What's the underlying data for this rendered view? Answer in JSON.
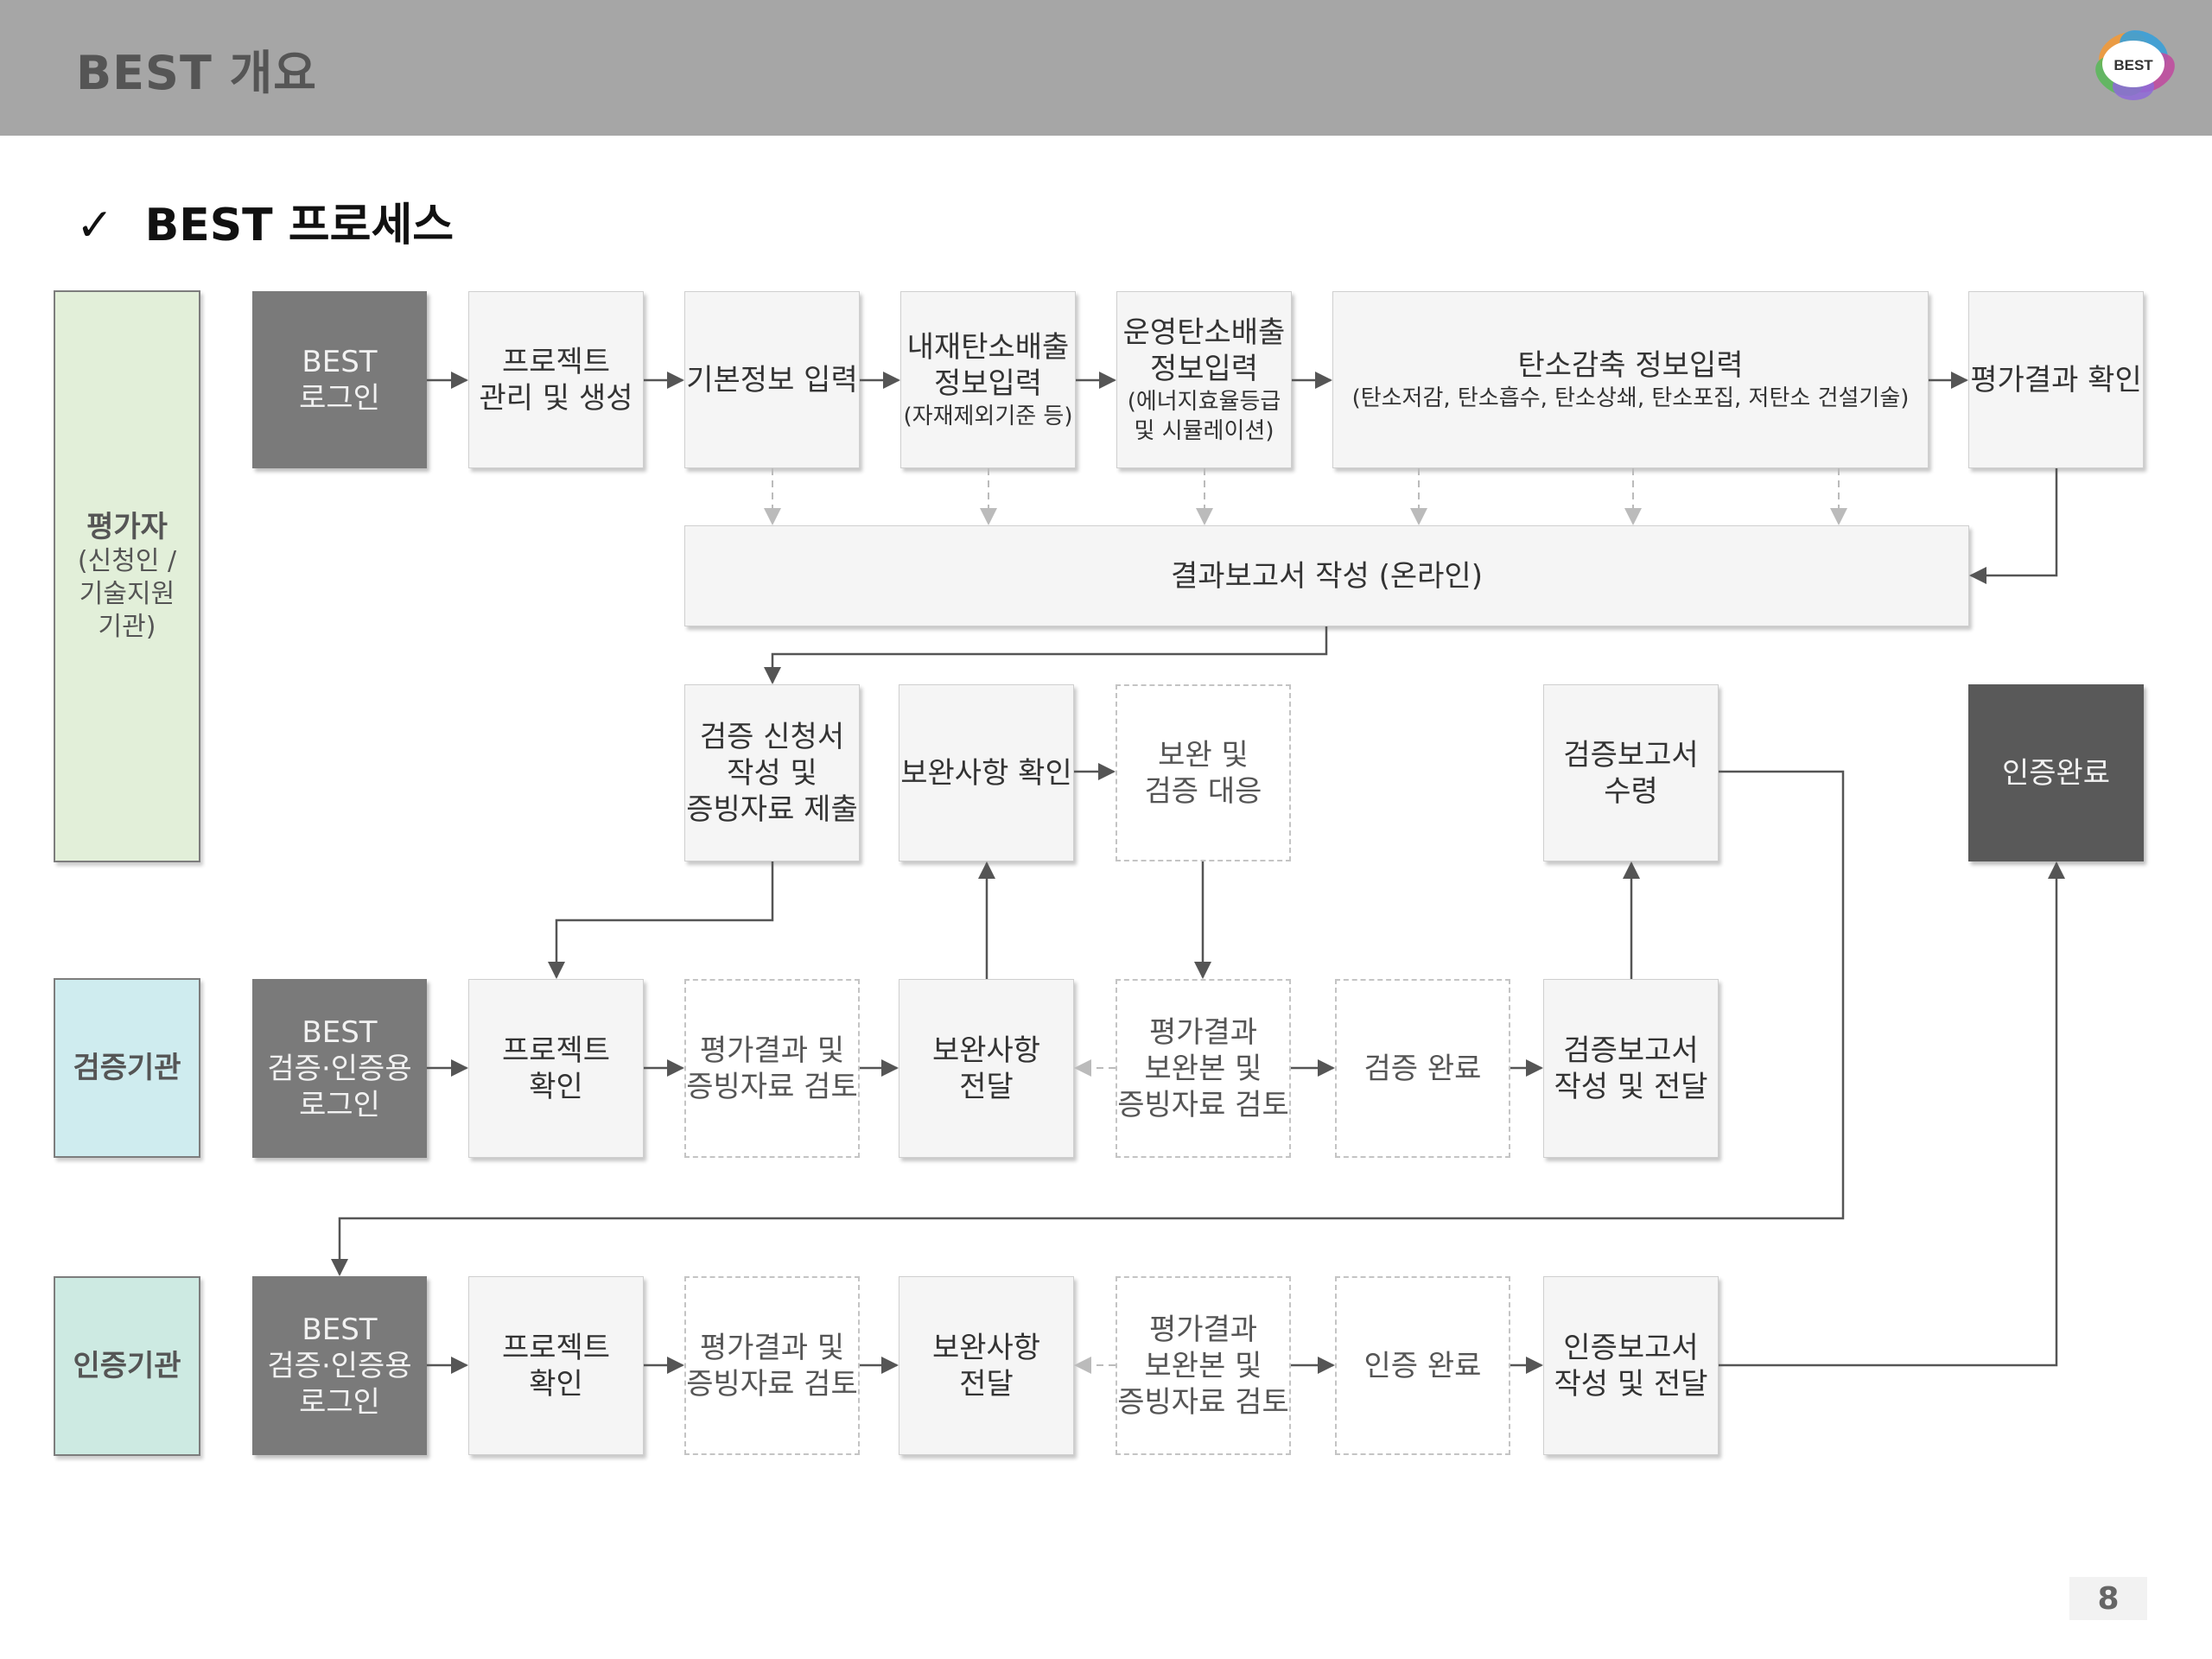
{
  "header": {
    "title": "BEST 개요",
    "logo_text": "BEST"
  },
  "section": {
    "check": "✓",
    "title": "BEST 프로세스"
  },
  "actors": {
    "evaluator": {
      "name": "평가자",
      "sub1": "(신청인 /",
      "sub2": "기술지원",
      "sub3": "기관)"
    },
    "verifier": {
      "name": "검증기관"
    },
    "certifier": {
      "name": "인증기관"
    }
  },
  "row1": {
    "login": {
      "l1": "BEST",
      "l2": "로그인"
    },
    "project": {
      "l1": "프로젝트",
      "l2": "관리 및 생성"
    },
    "basic": {
      "l1": "기본정보 입력"
    },
    "embodied": {
      "l1": "내재탄소배출",
      "l2": "정보입력",
      "l3": "(자재제외기준 등)"
    },
    "operational": {
      "l1": "운영탄소배출",
      "l2": "정보입력",
      "l3": "(에너지효율등급",
      "l4": "및 시뮬레이션)"
    },
    "reduction": {
      "l1": "탄소감축 정보입력",
      "l2": "(탄소저감, 탄소흡수, 탄소상쇄, 탄소포집, 저탄소 건설기술)"
    },
    "result": {
      "l1": "평가결과 확인"
    }
  },
  "report": {
    "l1": "결과보고서 작성 (온라인)"
  },
  "row2": {
    "apply": {
      "l1": "검증 신청서",
      "l2": "작성 및",
      "l3": "증빙자료 제출"
    },
    "check_supp": {
      "l1": "보완사항 확인"
    },
    "respond": {
      "l1": "보완 및",
      "l2": "검증 대응"
    },
    "receive": {
      "l1": "검증보고서",
      "l2": "수령"
    },
    "complete": {
      "l1": "인증완료"
    }
  },
  "row3": {
    "login": {
      "l1": "BEST",
      "l2": "검증·인증용",
      "l3": "로그인"
    },
    "project": {
      "l1": "프로젝트",
      "l2": "확인"
    },
    "review": {
      "l1": "평가결과 및",
      "l2": "증빙자료 검토"
    },
    "deliver": {
      "l1": "보완사항",
      "l2": "전달"
    },
    "rereview": {
      "l1": "평가결과",
      "l2": "보완본 및",
      "l3": "증빙자료 검토"
    },
    "done": {
      "l1": "검증 완료"
    },
    "report": {
      "l1": "검증보고서",
      "l2": "작성 및 전달"
    }
  },
  "row4": {
    "login": {
      "l1": "BEST",
      "l2": "검증·인증용",
      "l3": "로그인"
    },
    "project": {
      "l1": "프로젝트",
      "l2": "확인"
    },
    "review": {
      "l1": "평가결과 및",
      "l2": "증빙자료 검토"
    },
    "deliver": {
      "l1": "보완사항",
      "l2": "전달"
    },
    "rereview": {
      "l1": "평가결과",
      "l2": "보완본 및",
      "l3": "증빙자료 검토"
    },
    "done": {
      "l1": "인증 완료"
    },
    "report": {
      "l1": "인증보고서",
      "l2": "작성 및 전달"
    }
  },
  "page_number": "8",
  "colors": {
    "header_bg": "#a6a6a6",
    "evaluator_bg": "#e2efd9",
    "verifier_bg": "#cfecef",
    "certifier_bg": "#cdeae2",
    "dark_box": "#595959",
    "mid_box": "#7a7a7a",
    "light_box": "#f5f5f5",
    "arrow": "#555555",
    "dashed_arrow": "#bbbbbb"
  }
}
